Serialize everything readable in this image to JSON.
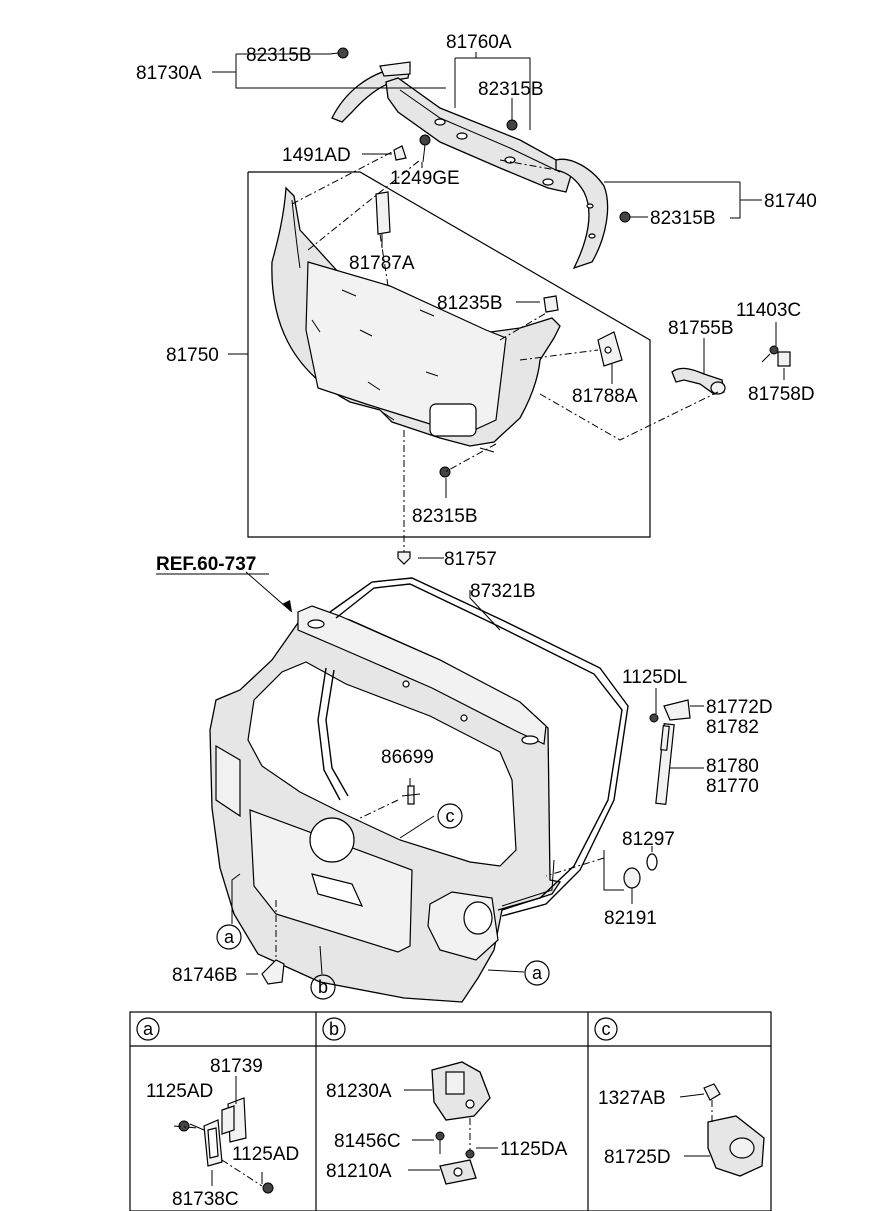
{
  "labels": {
    "p82315B_a": "82315B",
    "p81730A": "81730A",
    "p81760A": "81760A",
    "p82315B_b": "82315B",
    "p1491AD": "1491AD",
    "p1249GE": "1249GE",
    "p81740": "81740",
    "p82315B_c": "82315B",
    "p81787A": "81787A",
    "p81235B": "81235B",
    "p11403C": "11403C",
    "p81755B": "81755B",
    "p81750": "81750",
    "p81788A": "81788A",
    "p81758D": "81758D",
    "p82315B_d": "82315B",
    "p81757": "81757",
    "ref": "REF.60-737",
    "p87321B": "87321B",
    "p1125DL": "1125DL",
    "p81772D": "81772D",
    "p81782": "81782",
    "p86699": "86699",
    "p81780": "81780",
    "p81770": "81770",
    "p81297": "81297",
    "p82191": "82191",
    "p81746B": "81746B",
    "p81739": "81739",
    "p1125AD_a": "1125AD",
    "p1125AD_b": "1125AD",
    "p81738C": "81738C",
    "p81230A": "81230A",
    "p81456C": "81456C",
    "p1125DA": "1125DA",
    "p81210A": "81210A",
    "p1327AB": "1327AB",
    "p81725D": "81725D"
  },
  "callouts": {
    "a": "a",
    "b": "b",
    "c": "c"
  },
  "sections": [
    "a",
    "b",
    "c"
  ]
}
